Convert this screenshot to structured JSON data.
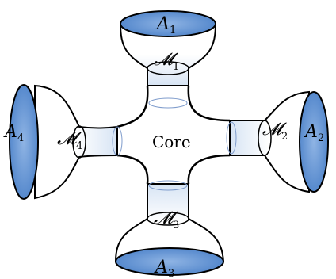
{
  "diagram": {
    "core_label": "Core",
    "regions": [
      {
        "id": "A1",
        "base": "A",
        "sub": "1"
      },
      {
        "id": "A2",
        "base": "A",
        "sub": "2"
      },
      {
        "id": "A3",
        "base": "A",
        "sub": "3"
      },
      {
        "id": "A4",
        "base": "A",
        "sub": "4"
      }
    ],
    "necks": [
      {
        "id": "M1",
        "base": "𝓜",
        "sub": "1"
      },
      {
        "id": "M2",
        "base": "𝓜",
        "sub": "2"
      },
      {
        "id": "M3",
        "base": "𝓜",
        "sub": "3"
      },
      {
        "id": "M4",
        "base": "𝓜",
        "sub": "4"
      }
    ],
    "colors": {
      "fill_blue": "#5b8fd1",
      "fill_light": "#d9e6f5",
      "outline": "#000000"
    }
  }
}
